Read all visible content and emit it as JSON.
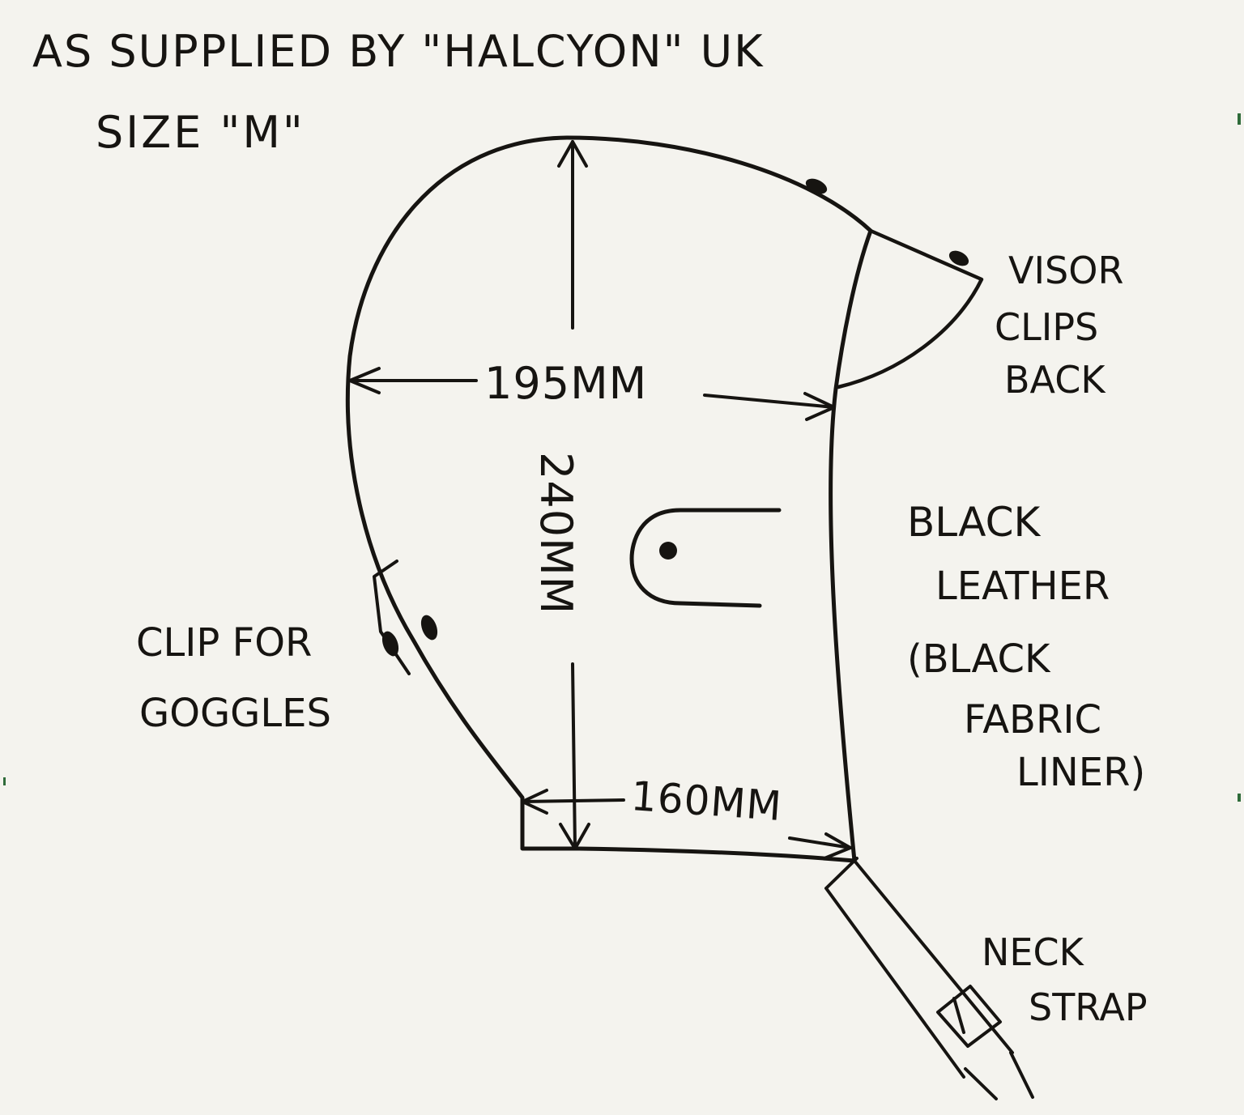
{
  "title": {
    "line1": "AS SUPPLIED BY \"HALCYON\" UK",
    "line2": "SIZE \"M\""
  },
  "dimensions": {
    "width": "195MM",
    "height": "240MM",
    "bottom": "160MM"
  },
  "labels": {
    "visor": [
      "VISOR",
      "CLIPS",
      "BACK"
    ],
    "material": [
      "BLACK",
      "LEATHER",
      "(BLACK",
      "FABRIC",
      "LINER)"
    ],
    "goggle_clip": [
      "CLIP FOR",
      "GOGGLES"
    ],
    "neck_strap": [
      "NECK",
      "STRAP"
    ]
  },
  "colors": {
    "paper": "#f4f3ee",
    "ink": "#161411"
  }
}
